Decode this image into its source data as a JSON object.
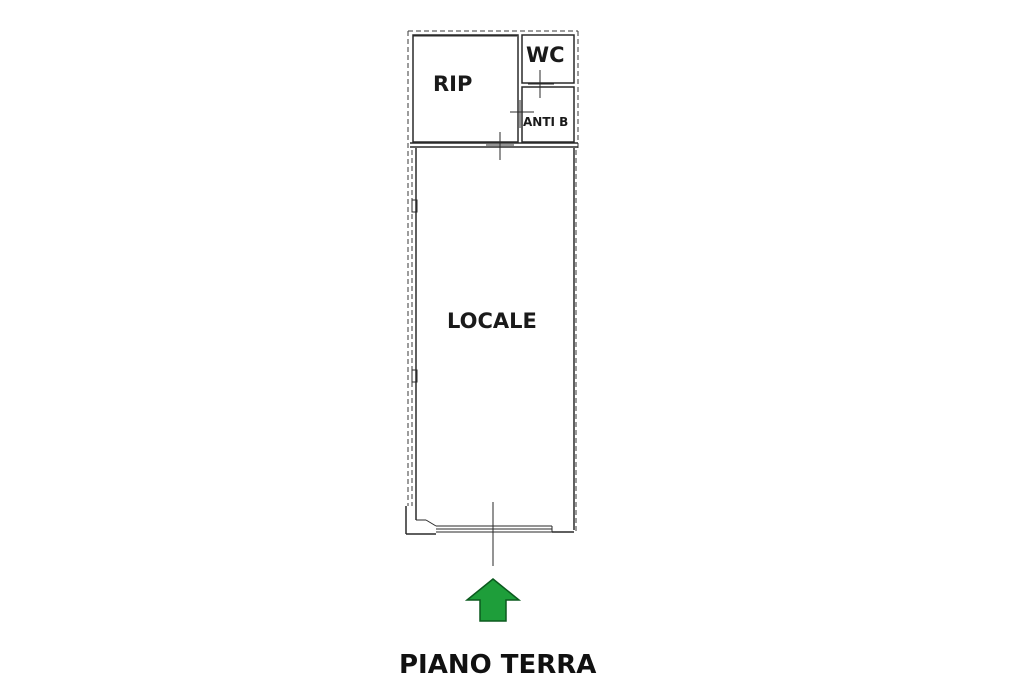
{
  "plan": {
    "rooms": {
      "rip": "RIP",
      "wc": "WC",
      "anti_b": "ANTI B",
      "locale": "LOCALE"
    },
    "floor_title": "PIANO TERRA"
  },
  "colors": {
    "entrance_arrow": "#1e9e3a",
    "entrance_arrow_outline": "#0b5a1e",
    "walls": "#2a2a2a"
  }
}
